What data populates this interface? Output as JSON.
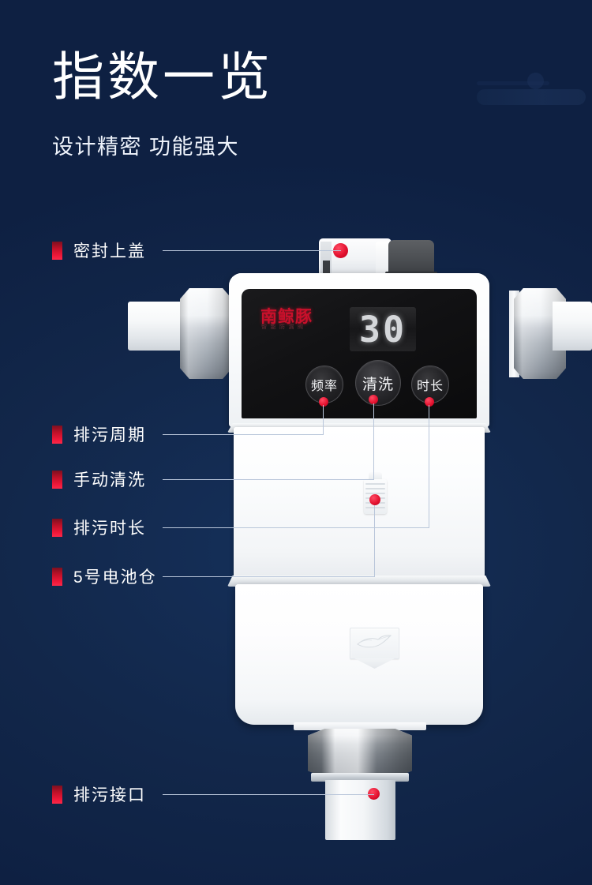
{
  "page": {
    "background_color": "#12274a",
    "accent_color": "#e3122f",
    "text_color": "#ffffff"
  },
  "header": {
    "title": "指数一览",
    "subtitle": "设计精密  功能强大"
  },
  "callouts": [
    {
      "label": "密封上盖",
      "marker_color": "#e3122f"
    },
    {
      "label": "排污周期",
      "marker_color": "#e3122f"
    },
    {
      "label": "手动清洗",
      "marker_color": "#e3122f"
    },
    {
      "label": "排污时长",
      "marker_color": "#e3122f"
    },
    {
      "label": "5号电池仓",
      "marker_color": "#e3122f"
    },
    {
      "label": "排污接口",
      "marker_color": "#e3122f"
    }
  ],
  "device": {
    "brand": "南鲸豚",
    "brand_subtitle": "智能防漏阀",
    "display_value": "30",
    "buttons": [
      {
        "label": "频率"
      },
      {
        "label": "清洗"
      },
      {
        "label": "时长"
      }
    ],
    "emblem": "whale-emblem"
  }
}
